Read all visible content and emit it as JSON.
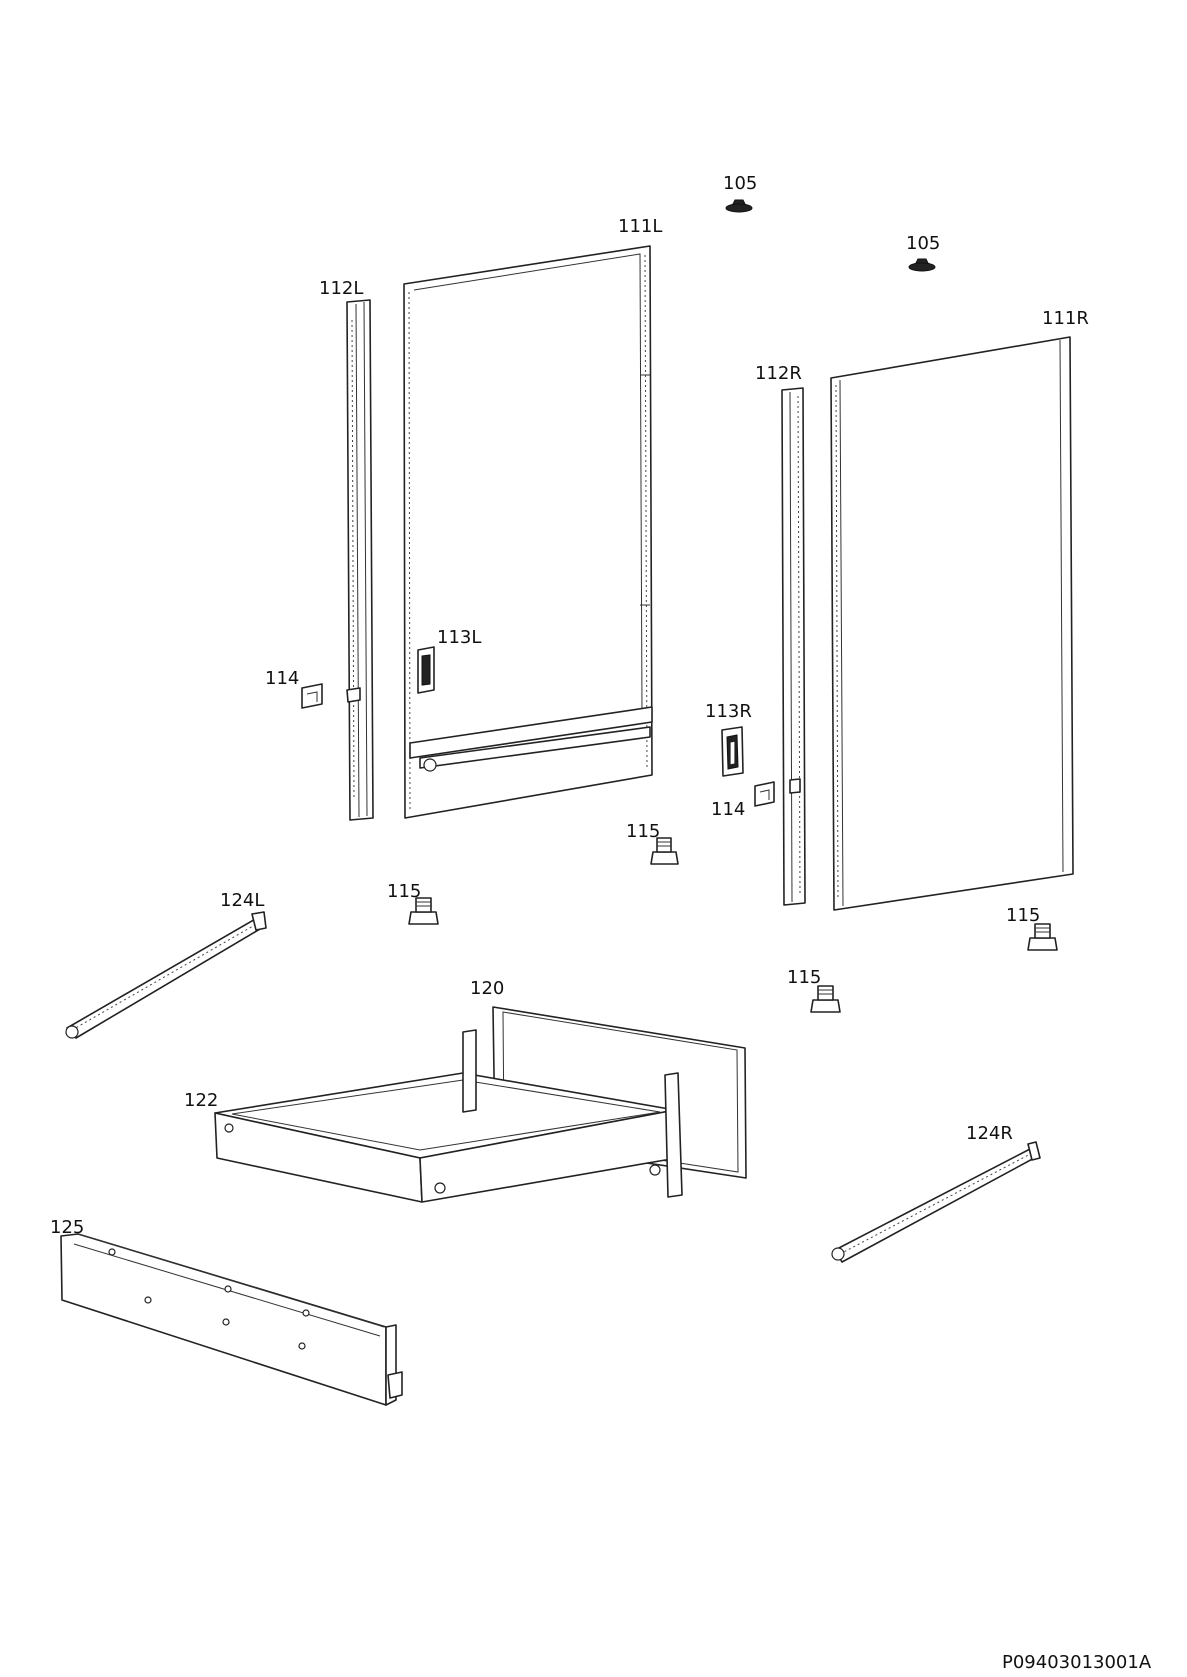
{
  "labels": {
    "p105a": "105",
    "p105b": "105",
    "p111L": "111L",
    "p111R": "111R",
    "p112L": "112L",
    "p112R": "112R",
    "p113L": "113L",
    "p113R": "113R",
    "p114a": "114",
    "p114b": "114",
    "p115a": "115",
    "p115b": "115",
    "p115c": "115",
    "p115d": "115",
    "p120": "120",
    "p122": "122",
    "p124L": "124L",
    "p124R": "124R",
    "p125": "125"
  },
  "drawing_ref": "P09403013001A"
}
